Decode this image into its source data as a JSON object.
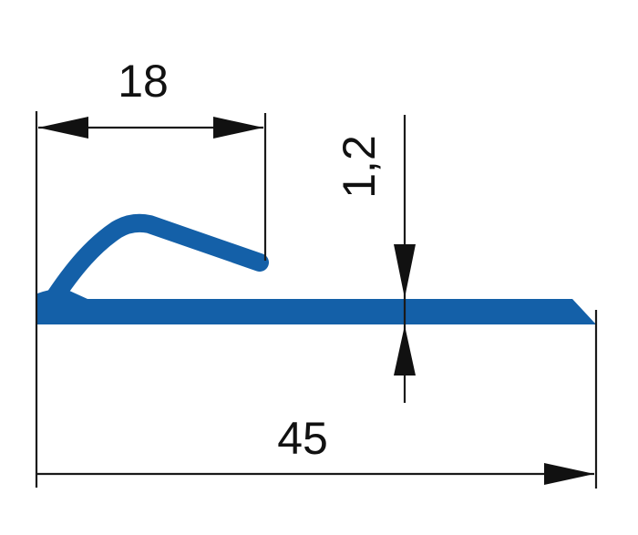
{
  "colors": {
    "profile": "#1460A8",
    "dimension_lines": "#1a1a1a",
    "arrowheads": "#111111",
    "text": "#111111",
    "background": "#ffffff"
  },
  "dimensions": {
    "top_width": "18",
    "thickness": "1,2",
    "total_width": "45"
  }
}
